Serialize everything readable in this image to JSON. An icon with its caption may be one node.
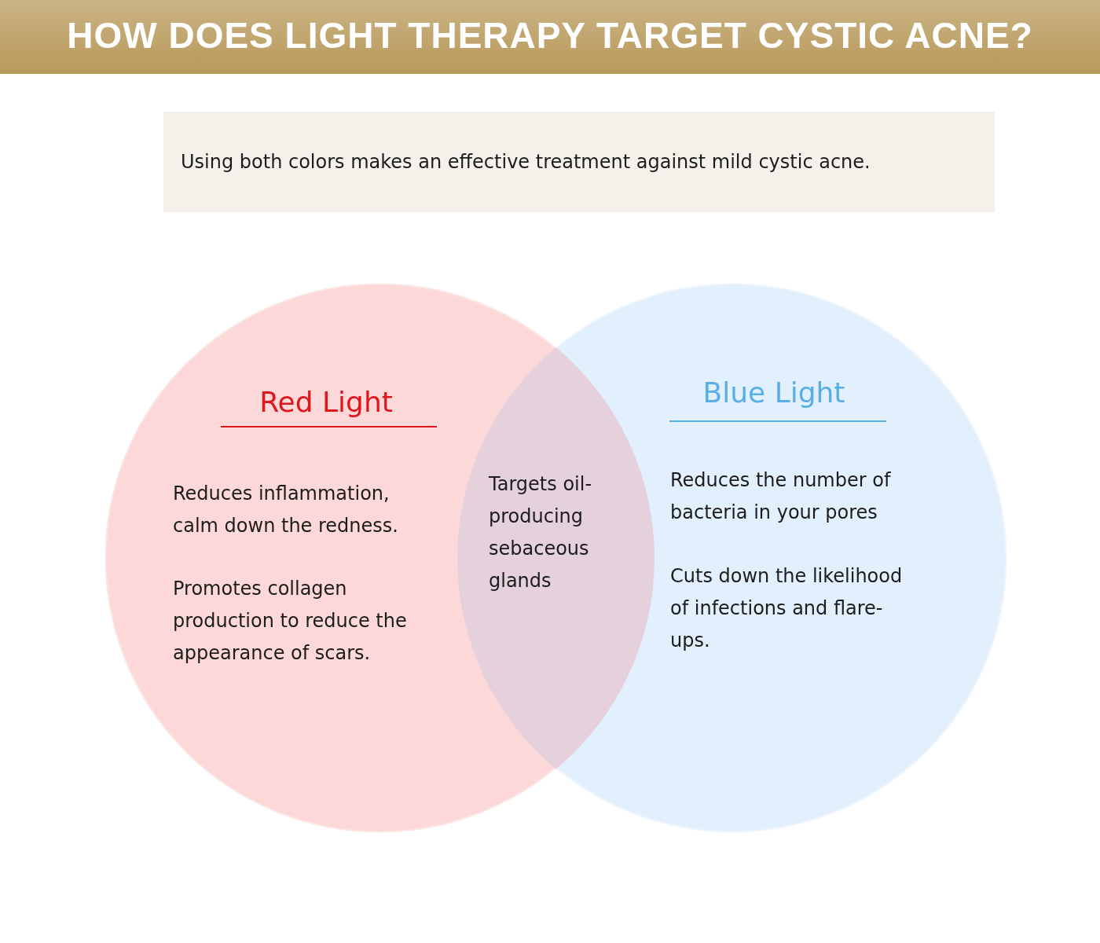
{
  "diagram": {
    "title": "HOW DOES LIGHT THERAPY TARGET CYSTIC ACNE?",
    "nodes": [
      {
        "text": [
          "Using both colors makes an effective treatment against mild cystic acne."
        ]
      },
      {
        "text": [
          "Red Light",
          "Reduces inflammation, calm down the redness.",
          "Promotes collagen production to reduce the appearance of scars."
        ]
      },
      {
        "text": [
          "Blue Light",
          "Reduces the number of bacteria in your pores",
          "Cuts down the likelihood of infections and flare-ups."
        ]
      },
      {
        "text": [
          "Targets oil-producing sebaceous glands"
        ]
      }
    ]
  }
}
